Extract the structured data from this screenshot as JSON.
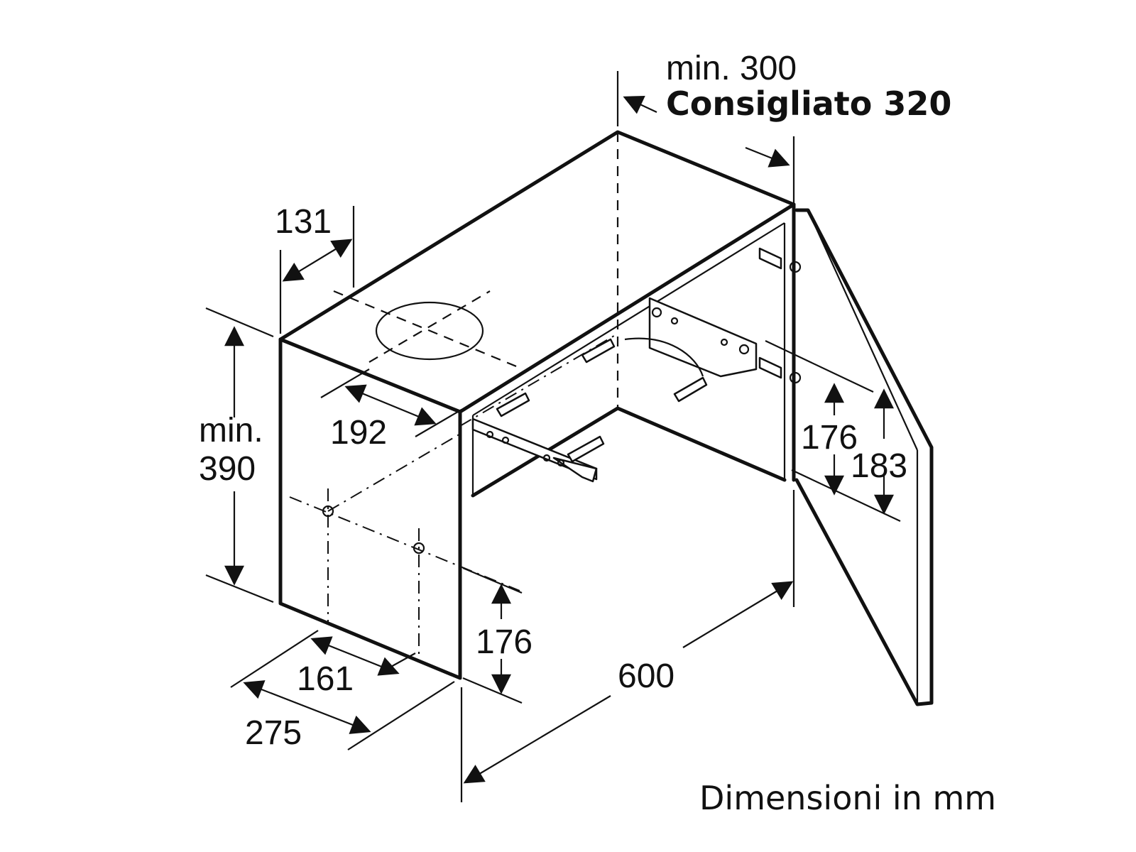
{
  "diagram": {
    "labels": {
      "min_300": "min. 300",
      "consigliato_320": "Consigliato 320",
      "d131": "131",
      "d192": "192",
      "min": "min.",
      "d390": "390",
      "d176_front": "176",
      "d161": "161",
      "d275": "275",
      "d600": "600",
      "d176_right": "176",
      "d183": "183",
      "units_note": "Dimensioni in mm"
    },
    "colors": {
      "ink": "#111111",
      "background": "#ffffff"
    }
  }
}
